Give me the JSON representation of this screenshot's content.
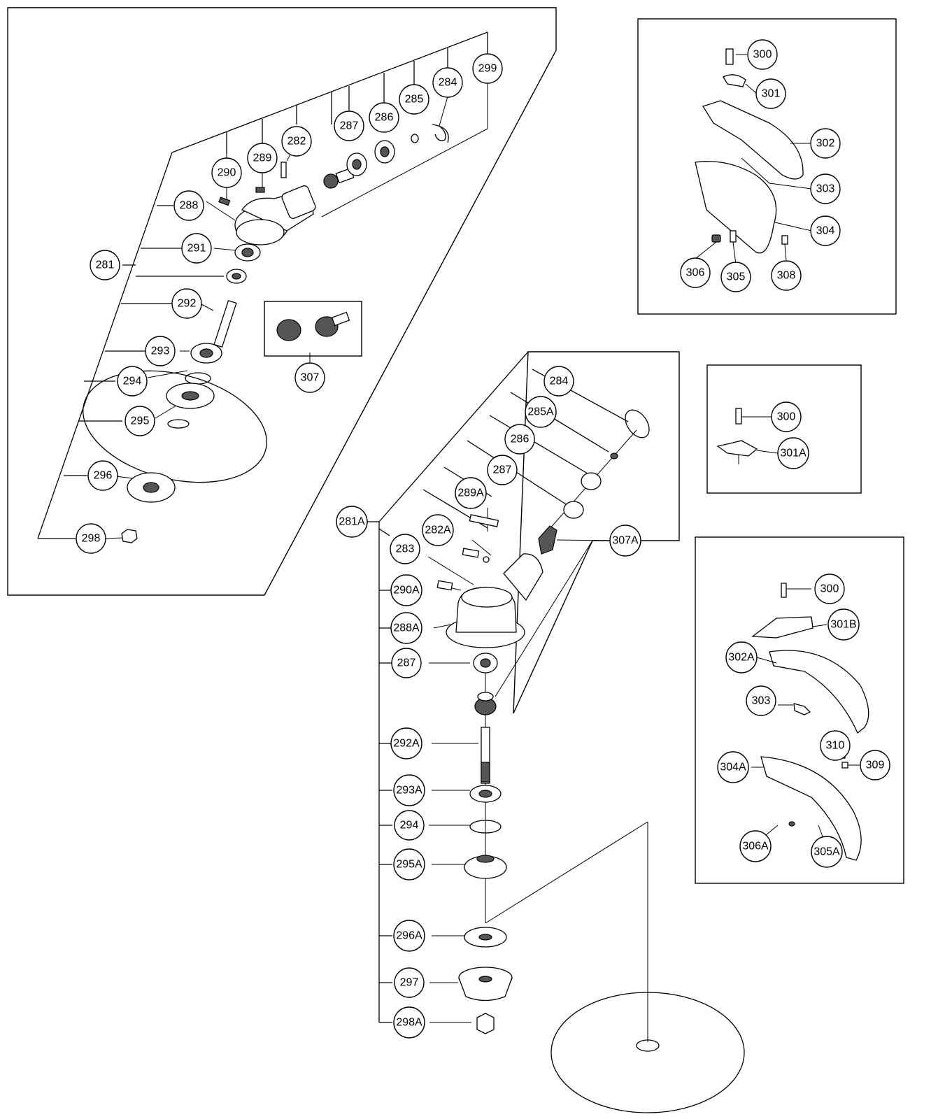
{
  "labels": {
    "c281": "281",
    "c282": "282",
    "c284": "284",
    "c285": "285",
    "c286": "286",
    "c287": "287",
    "c288": "288",
    "c289": "289",
    "c290": "290",
    "c291": "291",
    "c292": "292",
    "c293": "293",
    "c294": "294",
    "c295": "295",
    "c296": "296",
    "c298": "298",
    "c299": "299",
    "c307": "307",
    "r300": "300",
    "r301": "301",
    "r302": "302",
    "r303": "303",
    "r304": "304",
    "r305": "305",
    "r306": "306",
    "r308": "308",
    "m300": "300",
    "m301A": "301A",
    "b300": "300",
    "b301B": "301B",
    "b302A": "302A",
    "b303": "303",
    "b310": "310",
    "b309": "309",
    "b304A": "304A",
    "b306A": "306A",
    "b305A": "305A",
    "d281A": "281A",
    "d283": "283",
    "d282A": "282A",
    "d289A": "289A",
    "d287": "287",
    "d286": "286",
    "d285A": "285A",
    "d284": "284",
    "d307A": "307A",
    "d290A": "290A",
    "d288A": "288A",
    "d287b": "287",
    "d292A": "292A",
    "d293A": "293A",
    "d294": "294",
    "d295A": "295A",
    "d296A": "296A",
    "d297": "297",
    "d298A": "298A"
  }
}
